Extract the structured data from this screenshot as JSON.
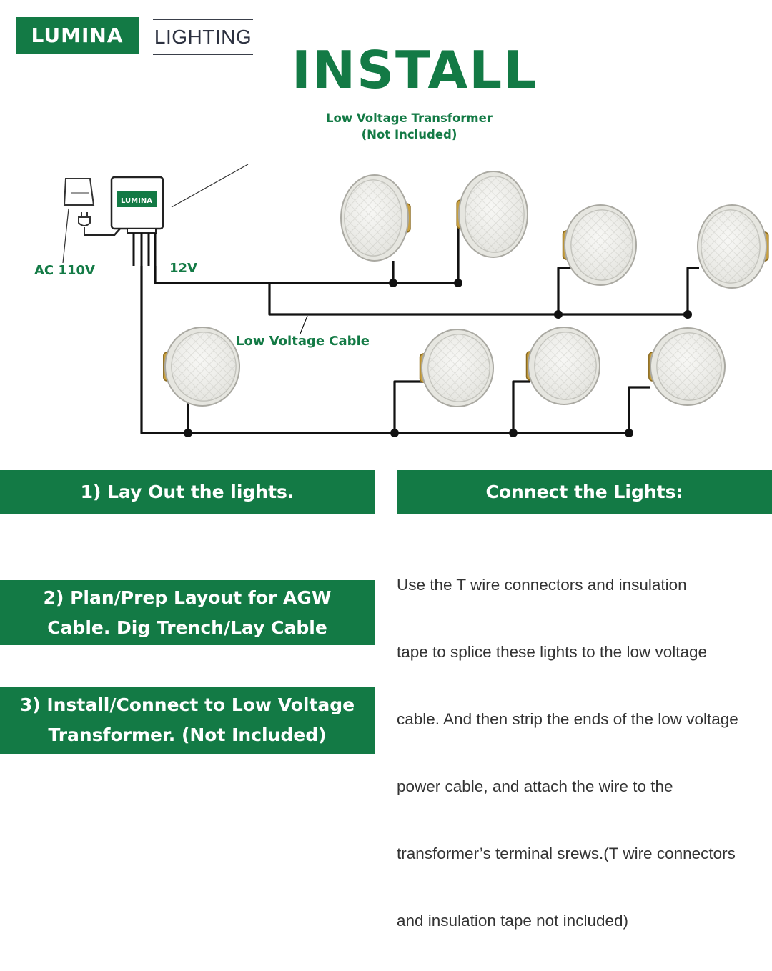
{
  "brand": {
    "name": "LUMINA",
    "sub": "LIGHTING",
    "box_label": "LUMINA"
  },
  "title": "INSTALL",
  "labels": {
    "transformer_line1": "Low Voltage Transformer",
    "transformer_line2": "(Not Included)",
    "ac": "AC 110V",
    "voltage": "12V",
    "cable": "Low Voltage Cable"
  },
  "steps": {
    "step1": "1)   Lay Out the lights.",
    "step2_line1": "2)   Plan/Prep Layout for AGW",
    "step2_line2": "Cable. Dig Trench/Lay Cable",
    "step3_line1": "3)  Install/Connect to Low Voltage",
    "step3_line2": "Transformer.  (Not Included)"
  },
  "connect": {
    "heading": "Connect the Lights:",
    "lines": [
      "Use the T wire connectors and insulation",
      "tape to splice these lights to the low voltage",
      "cable. And then strip the ends of the low voltage",
      "power cable, and attach the wire to the",
      "transformer’s terminal srews.(T wire connectors",
      " and insulation tape not included)"
    ]
  },
  "colors": {
    "brand_green": "#137a45",
    "wire": "#111111",
    "bulb_gold": "#c8a040"
  }
}
